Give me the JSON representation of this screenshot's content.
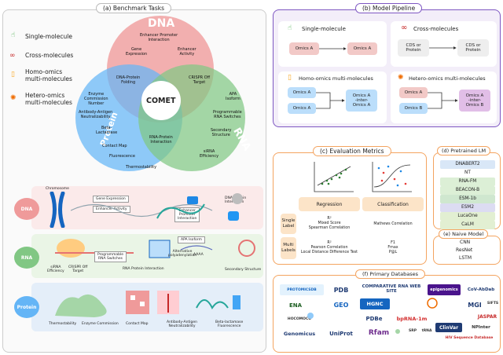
{
  "panel_a": {
    "title": "(a) Benchmark Tasks",
    "legend": [
      {
        "icon": "single-molecule-icon",
        "label": "Single-molecule"
      },
      {
        "icon": "cross-molecules-icon",
        "label": "Cross-molecules"
      },
      {
        "icon": "homo-omics-icon",
        "label": "Homo-omics\nmulti-molecules"
      },
      {
        "icon": "hetero-omics-icon",
        "label": "Hetero-omics\nmulti-molecules"
      }
    ],
    "venn": {
      "dna_label": "DNA",
      "rna_label": "RNA",
      "protein_label": "Protein",
      "center_label": "COMET",
      "tasks": {
        "enhancer_promoter": "Enhancer Promoter\nInteraction",
        "gene_expression": "Gene\nExpression",
        "enhancer_activity": "Enhancer\nActivity",
        "dna_protein_folding": "DNA-Protein\nFolding",
        "crispr_off_target": "CRISPR Off\nTarget",
        "enzyme_commission": "Enzyme\nCommission\nNumber",
        "apa_isoform": "APA\nIsoform",
        "antibody_antigen": "Antibody-Antigen\nNeutralizability",
        "programmable_rna": "Programmable\nRNA Switches",
        "beta_lactamase": "Beta-\nLactamase",
        "secondary_structure": "Secondary\nStructure",
        "contact_map": "Contact Map",
        "rna_protein_interaction": "RNA-Protein\nInteraction",
        "fluorescence": "Fluorescence",
        "sirna_efficiency": "siRNA\nEfficiency",
        "thermostability": "Thermostability"
      }
    },
    "rows": {
      "dna": {
        "label": "DNA",
        "chromosome_label": "Chromosome",
        "items": [
          "Gene Expression",
          "Enhancer Activity",
          "Enhancer\nPromoter\nInteraction",
          "DNA-Protein\nInteraction"
        ],
        "dna_marker": "DNA"
      },
      "rna": {
        "label": "RNA",
        "items": [
          "siRNA\nEfficiency",
          "CRISPR Off\nTarget",
          "Programmable\nRNA Switches",
          "RNA Protein Interaction",
          "APA Isoform",
          "Secondary Structure"
        ],
        "aaaa": "AAAA",
        "alt_label": "Alternative\npolyadenylation"
      },
      "protein": {
        "label": "Protein",
        "items": [
          "Thermostability",
          "Enzyme Commission",
          "Contact Map",
          "Antibody-Antigen\nNeutralizability",
          "Beta-lactamase\nFluorescence"
        ]
      }
    }
  },
  "panel_b": {
    "title": "(b) Model Pipeline",
    "single": {
      "title": "Single-molecule",
      "input": "Omics A",
      "output": "Omics A"
    },
    "cross": {
      "title": "Cross-molecules",
      "input": "CDS or\nProtein",
      "output": "CDS or\nProtein"
    },
    "homo": {
      "title": "Homo-omics multi-molecules",
      "inputs": [
        "Omics A",
        "Omics A"
      ],
      "output": "Omics A\n-inter-\nOmics A"
    },
    "hetero": {
      "title": "Hetero-omics multi-molecules",
      "inputs": [
        "Omics A",
        "Omics B"
      ],
      "output": "Omics A\n-inter-\nOmics B"
    }
  },
  "panel_c": {
    "title": "(c) Evaluation Metrics",
    "headers": [
      "Regression",
      "Classification"
    ],
    "single_label": "Single\nLabel",
    "multi_label": "Multi\nLabels",
    "regression_single": "R²\nMixed Score\nSpearman Correlation",
    "classification_single": "Mathews Correlation",
    "regression_multi": "R²\nPearson Correlation\nLocal Distance Difference Test",
    "classification_multi": "F1\nFmax\nP@L"
  },
  "panel_d": {
    "title": "(d) Pretrained LM",
    "models": [
      {
        "name": "DNABERT2",
        "bg": "#d9e7f7"
      },
      {
        "name": "NT",
        "bg": "#ffffff"
      },
      {
        "name": "RNA-FM",
        "bg": "#dcefd6"
      },
      {
        "name": "BEACON-B",
        "bg": "#dcefd6"
      },
      {
        "name": "ESM-1b",
        "bg": "#cfe7cf"
      },
      {
        "name": "ESM2",
        "bg": "#dcdcf2"
      },
      {
        "name": "LucaOne",
        "bg": "#e2efd2"
      },
      {
        "name": "CaLM",
        "bg": "#e2efd2"
      }
    ]
  },
  "panel_e": {
    "title": "(e) Naive Model",
    "models": [
      "CNN",
      "ResNet",
      "LSTM"
    ]
  },
  "panel_f": {
    "title": "(f) Primary Databases",
    "databases": [
      "PROTOMICSDB",
      "PDB",
      "COMPARATIVE RNA WEB SITE",
      "epigenomics",
      "CoV-AbDab",
      "ENA",
      "GEO",
      "HGNC",
      "MGI",
      "SIFTS",
      "HOCOMOCO",
      "PDBe",
      "bpRNA-1m",
      "JASPAR",
      "Genomicus",
      "UniProt",
      "Rfam",
      "SRP",
      "tRNA",
      "ClinVar",
      "NPInter",
      "HIV Sequence Database"
    ]
  },
  "colors": {
    "dna": "#ef9a9a",
    "rna": "#81c784",
    "protein": "#64b5f6",
    "purple_border": "#7e57c2",
    "orange_border": "#f4a460",
    "navy": "#1f3b73"
  }
}
